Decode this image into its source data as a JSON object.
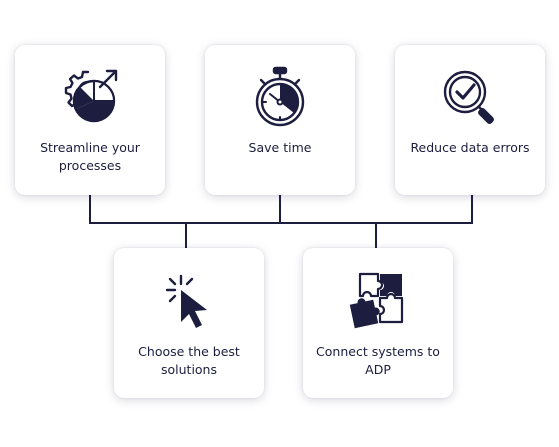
{
  "theme": {
    "ink": "#1d1d3f",
    "card_background": "#ffffff",
    "connector": "#1d1d3f"
  },
  "cards": {
    "streamline": {
      "label": "Streamline your processes",
      "icon": "gear-pie-chart-icon"
    },
    "save_time": {
      "label": "Save time",
      "icon": "stopwatch-icon"
    },
    "reduce_errors": {
      "label": "Reduce data errors",
      "icon": "magnifier-check-icon"
    },
    "choose_best": {
      "label": "Choose the best solutions",
      "icon": "cursor-click-icon"
    },
    "connect_systems": {
      "label": "Connect systems to ADP",
      "icon": "puzzle-icon"
    }
  }
}
